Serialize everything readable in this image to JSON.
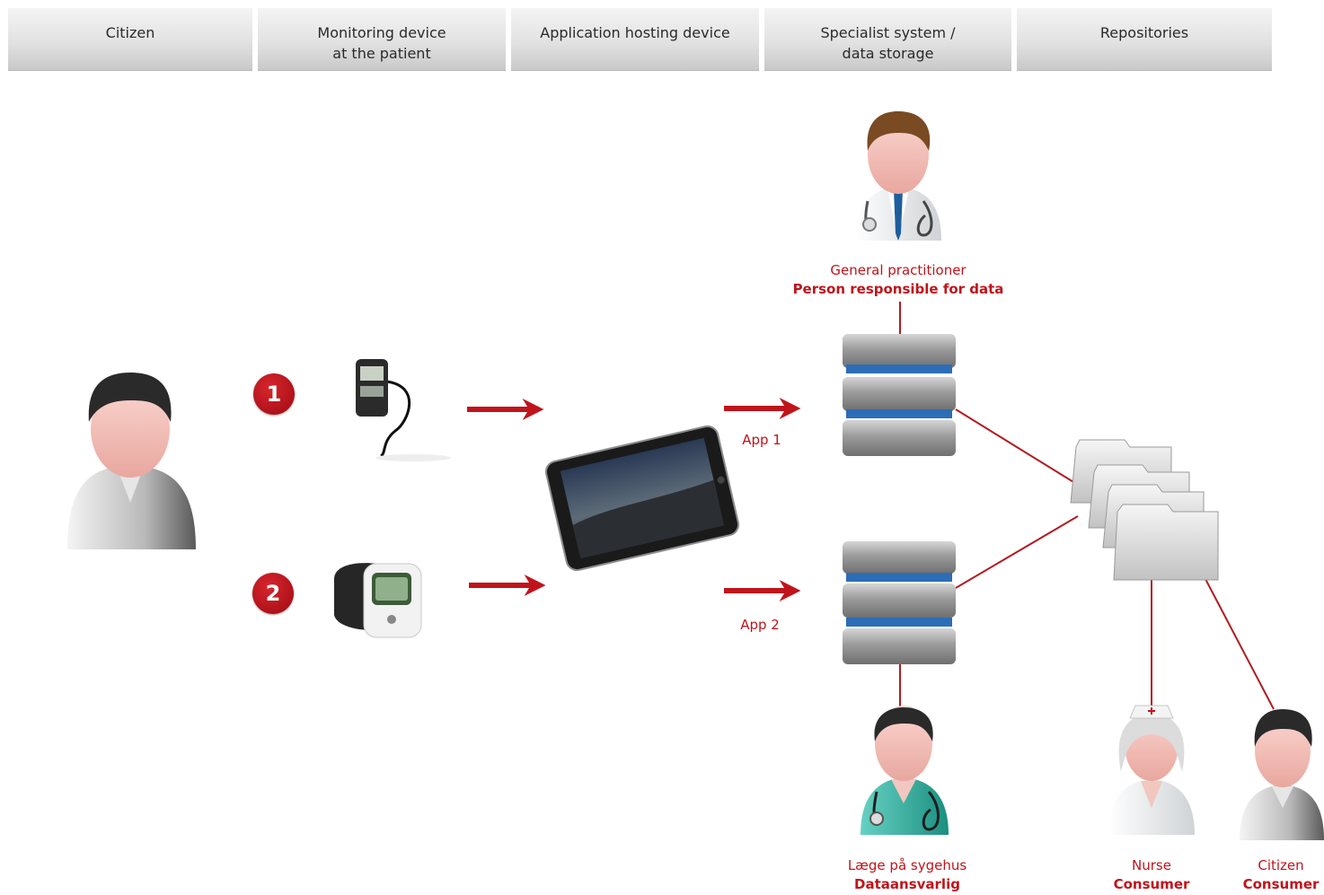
{
  "lanes": [
    "Citizen",
    "Monitoring device\nat the patient",
    "Application hosting device",
    "Specialist system /\ndata storage",
    "Repositories"
  ],
  "steps": [
    "1",
    "2"
  ],
  "apps": [
    "App 1",
    "App 2"
  ],
  "roles": {
    "gp": {
      "name": "General practitioner",
      "role": "Person responsible for data"
    },
    "hospital_doctor": {
      "name": "Læge på sygehus",
      "role": "Dataansvarlig"
    },
    "nurse": {
      "name": "Nurse",
      "role": "Consumer"
    },
    "citizen_consumer": {
      "name": "Citizen",
      "role": "Consumer"
    }
  },
  "colors": {
    "accent": "#c0141b",
    "server_band": "#2c6db7",
    "line": "#b01c22"
  }
}
